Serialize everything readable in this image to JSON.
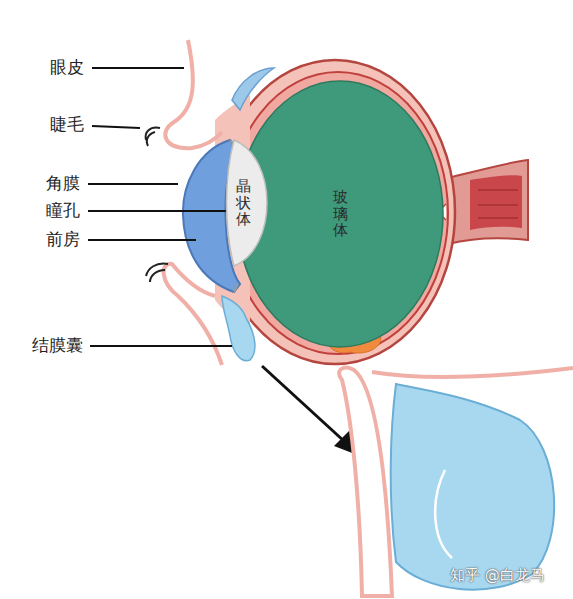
{
  "diagram": {
    "nodes": [
      {
        "text": [
          "晶状体"
        ]
      },
      {
        "text": [
          "玻璃体"
        ]
      }
    ],
    "labels": [
      "眼皮",
      "睫毛",
      "角膜",
      "瞳孔",
      "前房",
      "结膜囊",
      "知乎 @白龙马"
    ]
  }
}
